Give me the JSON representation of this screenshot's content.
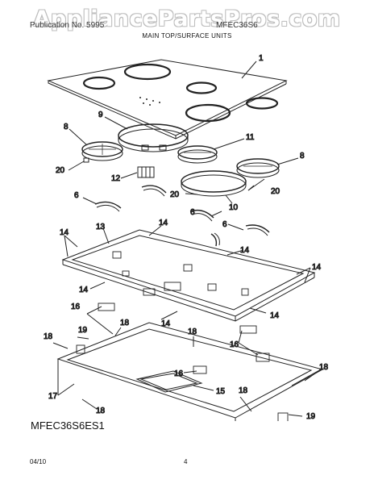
{
  "header": {
    "watermark": "AppliancePartsPros.com",
    "left_text": "Publication No. 5995",
    "mid_text": "MFEC36S6",
    "section_title": "MAIN TOP/SURFACE UNITS"
  },
  "callouts": {
    "c1": "1",
    "c9": "9",
    "c8a": "8",
    "c11": "11",
    "c8b": "8",
    "c20a": "20",
    "c12": "12",
    "c20b": "20",
    "c20c": "20",
    "c10": "10",
    "c6a": "6",
    "c6b": "6",
    "c6c": "6",
    "c13": "13",
    "c14a": "14",
    "c14b": "14",
    "c14c": "14",
    "c14d": "14",
    "c14e": "14",
    "c14f": "14",
    "c14g": "14",
    "c16a": "16",
    "c19a": "19",
    "c18a": "18",
    "c18b": "18",
    "c16b": "16",
    "c16c": "16",
    "c18c": "18",
    "c17": "17",
    "c15": "15",
    "c18d": "18",
    "c18e": "18",
    "c19b": "19"
  },
  "model_number": "MFEC36S6ES1",
  "footer": {
    "date": "04/10",
    "page": "4"
  }
}
